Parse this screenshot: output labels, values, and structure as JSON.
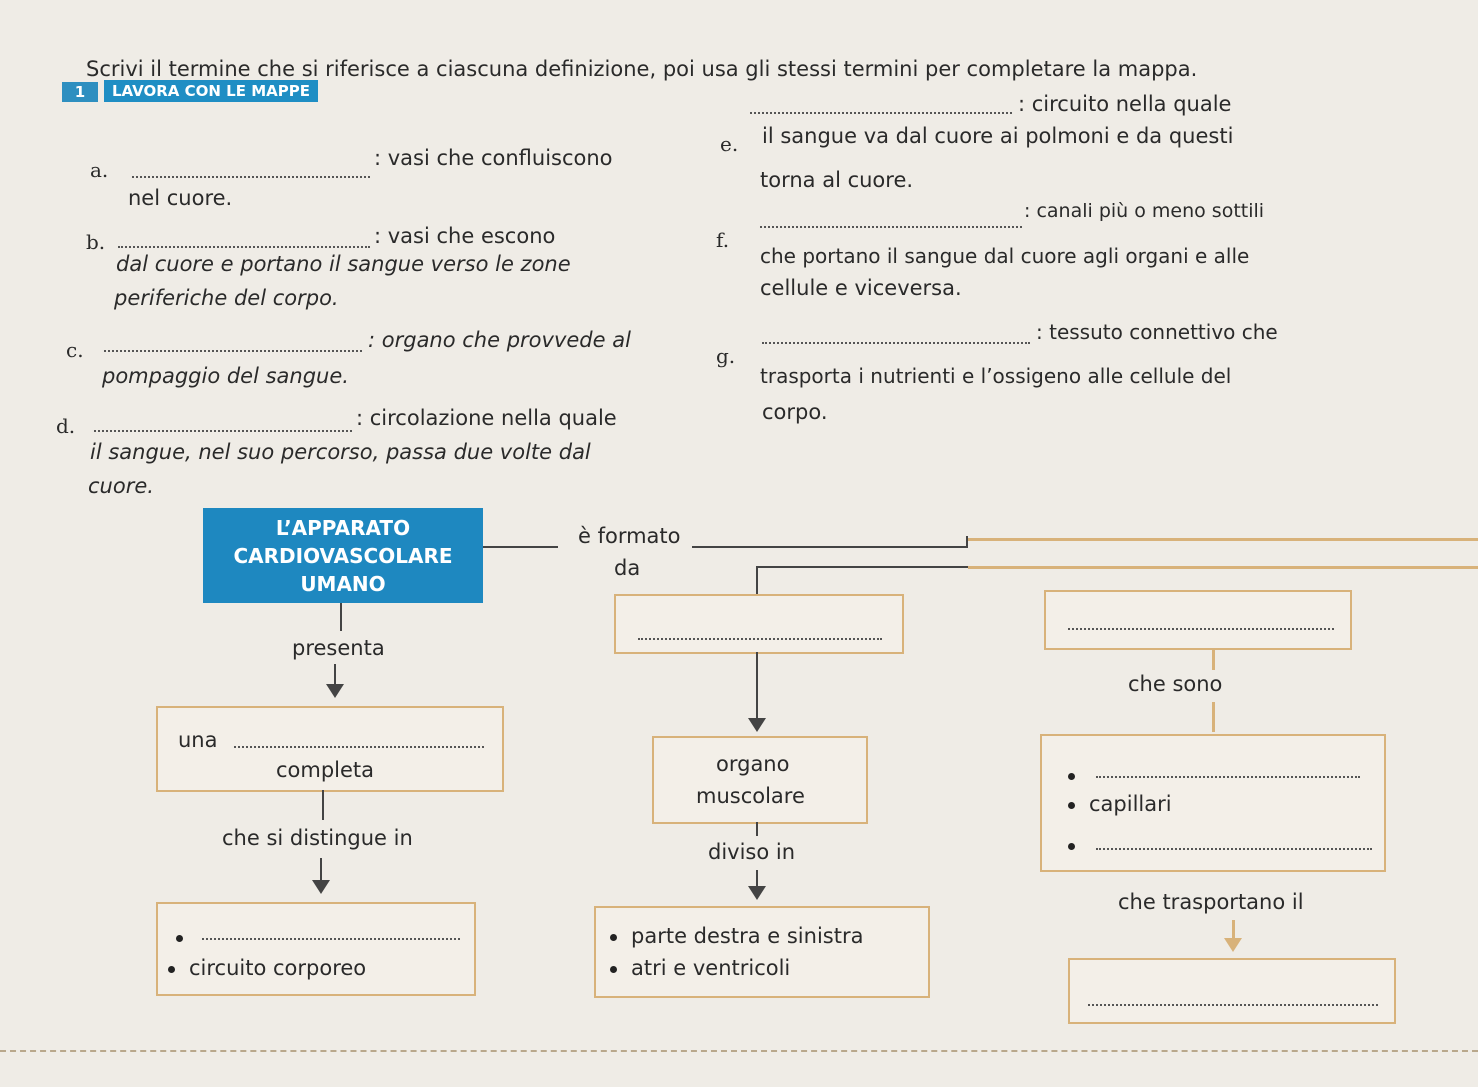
{
  "exercise": {
    "number": "1",
    "badge": "LAVORA CON LE MAPPE",
    "instruction": "Scrivi il termine che si riferisce a ciascuna definizione, poi usa gli stessi termini per completare la mappa."
  },
  "definitions": {
    "a": {
      "letter": "a.",
      "line1": ": vasi che confluiscono",
      "line2": "nel cuore."
    },
    "b": {
      "letter": "b.",
      "line1": ": vasi che escono",
      "line2": "dal cuore e portano il sangue verso le zone",
      "line3": "periferiche del corpo."
    },
    "c": {
      "letter": "c.",
      "line1": ": organo che provvede al",
      "line2": "pompaggio del sangue."
    },
    "d": {
      "letter": "d.",
      "line1": ": circolazione nella quale",
      "line2": "il sangue, nel suo percorso, passa due volte dal",
      "line3": "cuore."
    },
    "e": {
      "letter": "e.",
      "line1": ": circuito nella quale",
      "line2": "il sangue va dal cuore ai polmoni e da questi",
      "line3": "torna al cuore."
    },
    "f": {
      "letter": "f.",
      "line1": ": canali più o meno sottili",
      "line2": "che portano il sangue dal cuore agli organi e alle",
      "line3": "cellule e viceversa."
    },
    "g": {
      "letter": "g.",
      "line1": ": tessuto connettivo che",
      "line2": "trasporta i nutrienti e l’ossigeno alle cellule del",
      "line3": "corpo."
    }
  },
  "map": {
    "title_line1": "L’APPARATO",
    "title_line2": "CARDIOVASCOLARE",
    "title_line3": "UMANO",
    "e_formato": "è formato",
    "da": "da",
    "presenta": "presenta",
    "una": "una",
    "completa": "completa",
    "che_si_distingue_in": "che si distingue in",
    "circuito_corporeo": "circuito corporeo",
    "organo": "organo",
    "muscolare": "muscolare",
    "diviso_in": "diviso in",
    "parte_destra_sinistra": "parte destra e sinistra",
    "atri_ventricoli": "atri e ventricoli",
    "che_sono": "che sono",
    "capillari": "capillari",
    "che_trasportano_il": "che trasportano il"
  }
}
